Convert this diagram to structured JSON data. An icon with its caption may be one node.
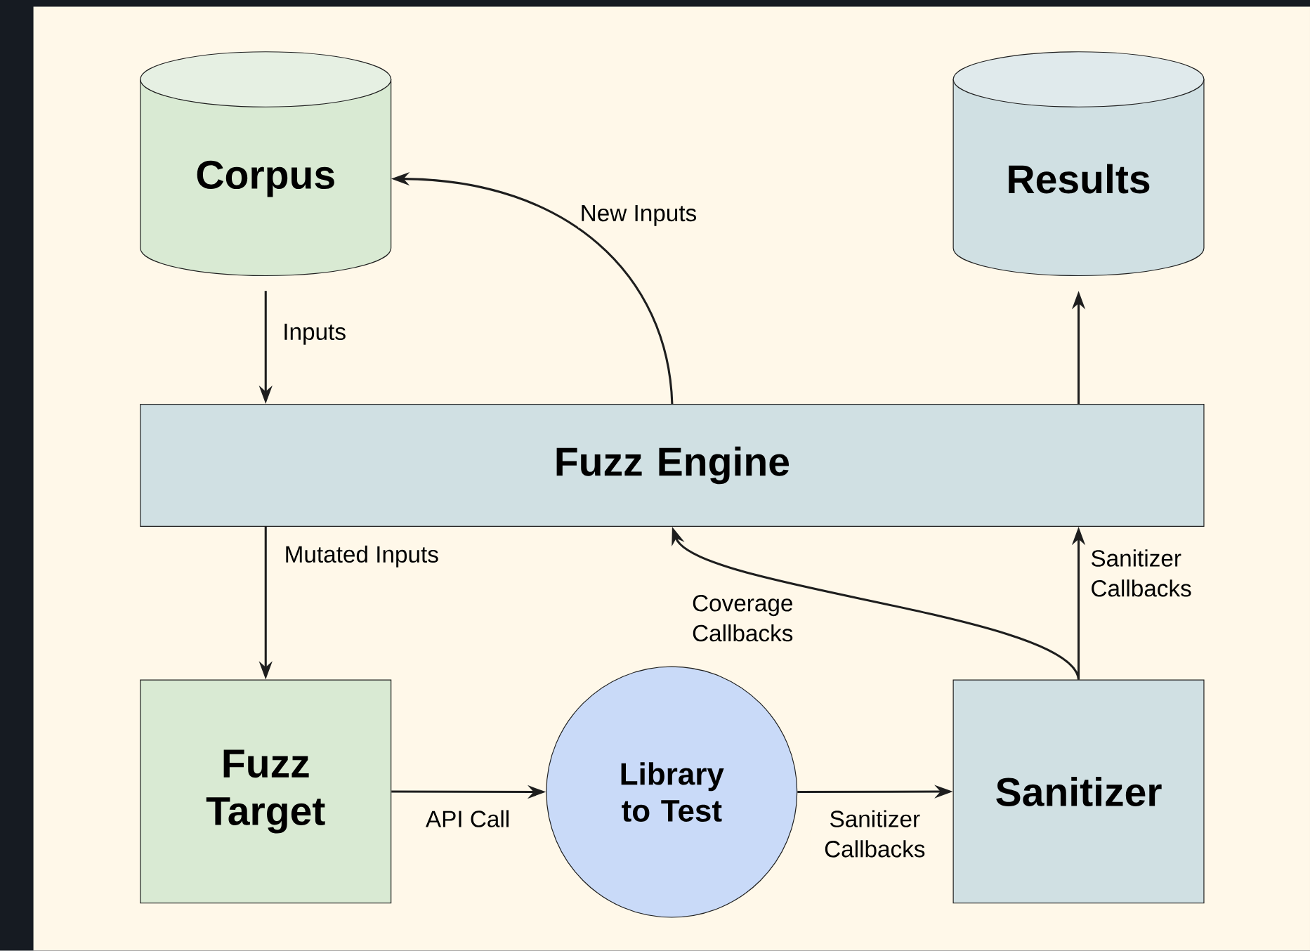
{
  "diagram": {
    "nodes": [
      {
        "text": [
          "Corpus"
        ]
      },
      {
        "text": [
          "Results"
        ]
      },
      {
        "text": [
          "Fuzz Engine"
        ]
      },
      {
        "text": [
          "Fuzz Target"
        ]
      },
      {
        "text": [
          "Library to Test"
        ]
      },
      {
        "text": [
          "Sanitizer"
        ]
      }
    ],
    "edges": [
      {
        "from": 0,
        "to": 2,
        "arrow": "to",
        "label": "Inputs"
      },
      {
        "from": 2,
        "to": 0,
        "arrow": "to",
        "label": "New Inputs"
      },
      {
        "from": 2,
        "to": 1,
        "arrow": "to"
      },
      {
        "from": 2,
        "to": 3,
        "arrow": "to",
        "label": "Mutated Inputs"
      },
      {
        "from": 3,
        "to": 4,
        "arrow": "to",
        "label": "API Call"
      },
      {
        "from": 4,
        "to": 5,
        "arrow": "to",
        "label": "Sanitizer Callbacks"
      },
      {
        "from": 5,
        "to": 2,
        "arrow": "to",
        "label": "Coverage Callbacks"
      },
      {
        "from": 5,
        "to": 2,
        "arrow": "to",
        "label": "Sanitizer Callbacks"
      }
    ]
  }
}
